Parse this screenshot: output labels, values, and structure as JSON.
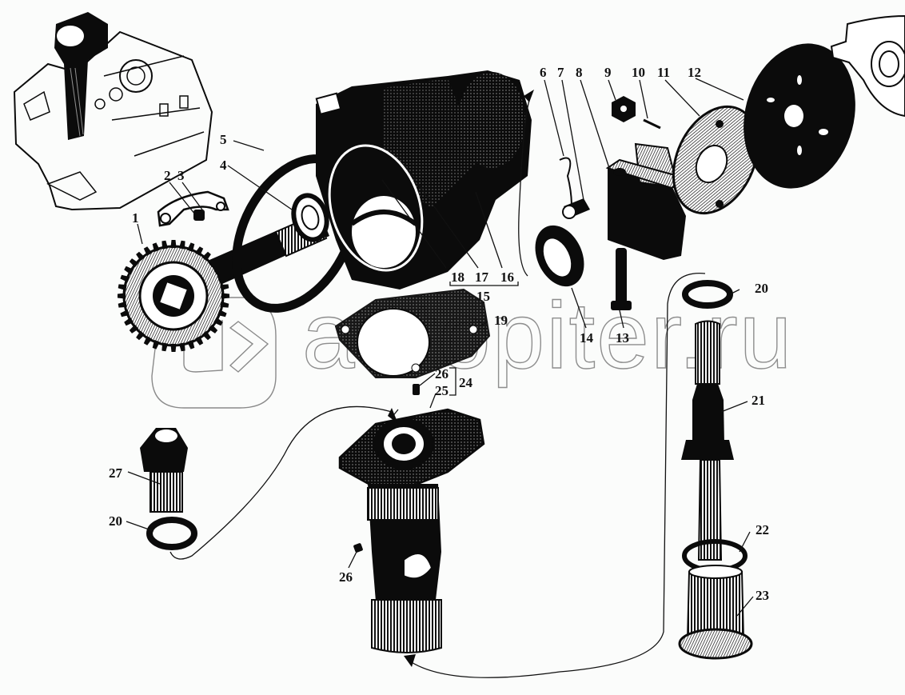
{
  "diagram": {
    "title": "Power take-off drive assembly — exploded view",
    "colors": {
      "ink": "#0b0b0b",
      "paper": "#fbfcfb",
      "watermark": "#8e8e8e"
    },
    "watermark": {
      "text": "autopiter.ru",
      "logo": "autopiter-chevron-logo"
    },
    "callouts": [
      {
        "id": "1",
        "label": "1"
      },
      {
        "id": "2",
        "label": "2"
      },
      {
        "id": "3",
        "label": "3"
      },
      {
        "id": "4",
        "label": "4"
      },
      {
        "id": "5",
        "label": "5"
      },
      {
        "id": "6",
        "label": "6"
      },
      {
        "id": "7",
        "label": "7"
      },
      {
        "id": "8",
        "label": "8"
      },
      {
        "id": "9",
        "label": "9"
      },
      {
        "id": "10",
        "label": "10"
      },
      {
        "id": "11",
        "label": "11"
      },
      {
        "id": "12",
        "label": "12"
      },
      {
        "id": "13",
        "label": "13"
      },
      {
        "id": "14",
        "label": "14"
      },
      {
        "id": "15",
        "label": "15"
      },
      {
        "id": "16",
        "label": "16"
      },
      {
        "id": "17",
        "label": "17"
      },
      {
        "id": "18",
        "label": "18"
      },
      {
        "id": "19",
        "label": "19"
      },
      {
        "id": "20a",
        "label": "20"
      },
      {
        "id": "20b",
        "label": "20"
      },
      {
        "id": "21",
        "label": "21"
      },
      {
        "id": "22",
        "label": "22"
      },
      {
        "id": "23",
        "label": "23"
      },
      {
        "id": "24",
        "label": "24"
      },
      {
        "id": "25",
        "label": "25"
      },
      {
        "id": "26a",
        "label": "26"
      },
      {
        "id": "26b",
        "label": "26"
      },
      {
        "id": "27",
        "label": "27"
      }
    ]
  }
}
